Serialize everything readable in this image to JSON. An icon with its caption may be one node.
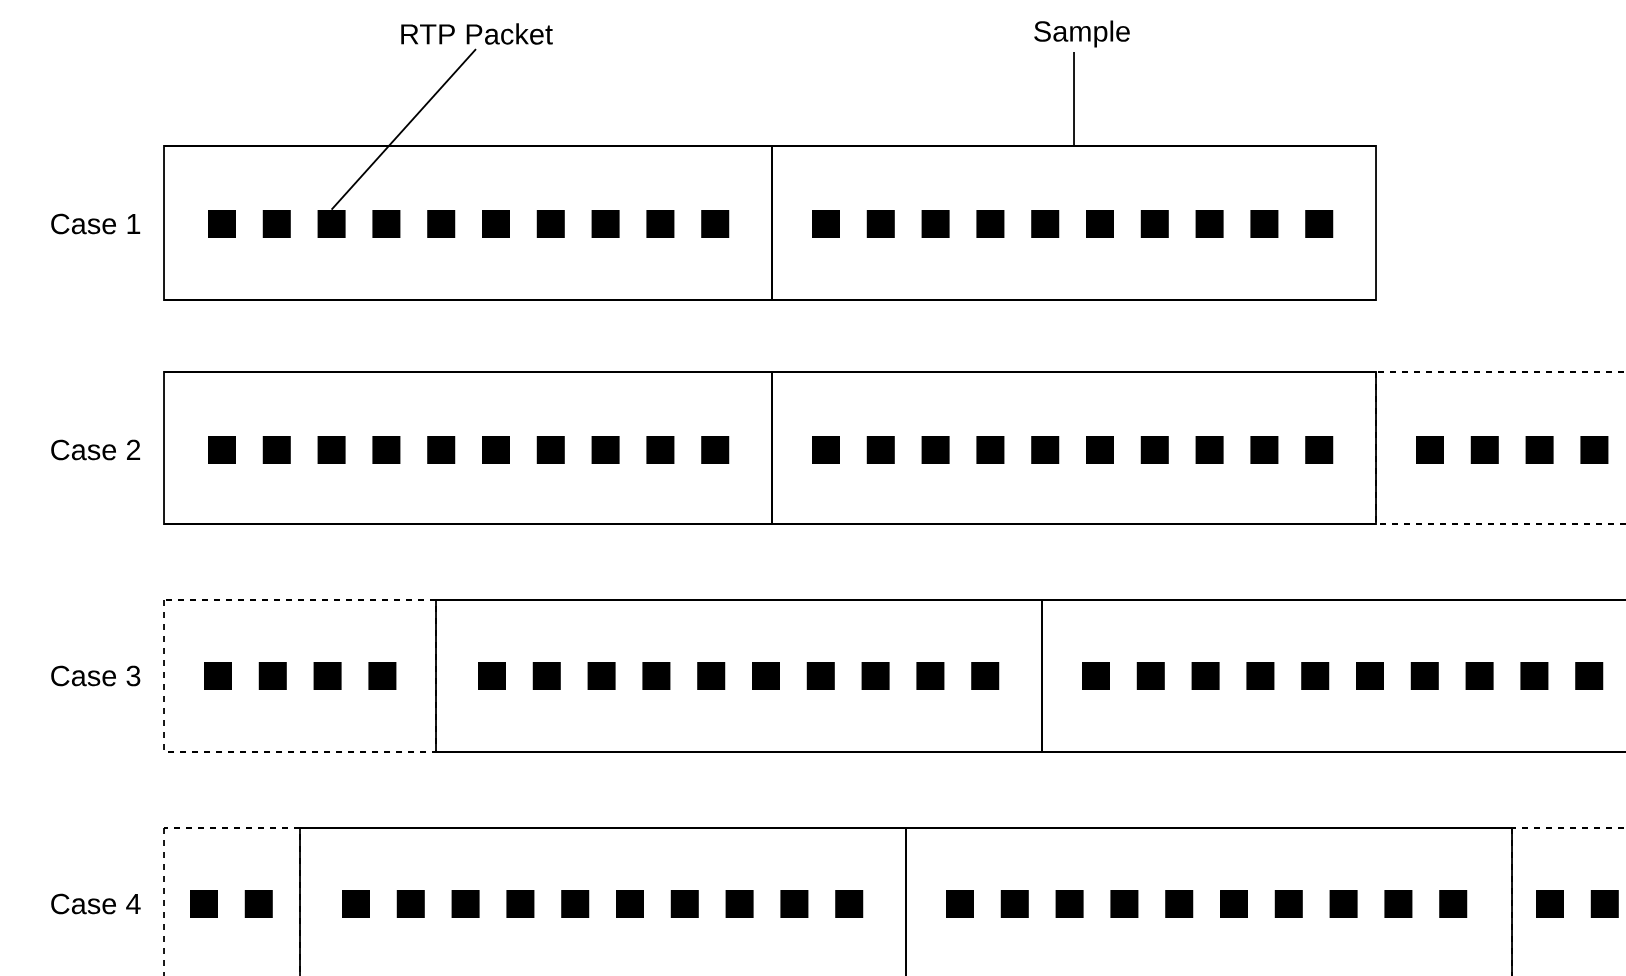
{
  "diagram": {
    "nodes": [
      {
        "text": [
          "RTP Packet"
        ]
      },
      {
        "text": [
          "Sample"
        ]
      },
      {
        "text": [],
        "shape": "box"
      },
      {
        "text": [],
        "shape": "box"
      }
    ],
    "edges": [
      {
        "from": 0,
        "to": 2,
        "arrow": "none"
      },
      {
        "from": 1,
        "to": 3,
        "arrow": "none"
      }
    ],
    "labels": [
      "Case 1",
      "Case 2",
      "Case 3",
      "Case 4"
    ]
  }
}
